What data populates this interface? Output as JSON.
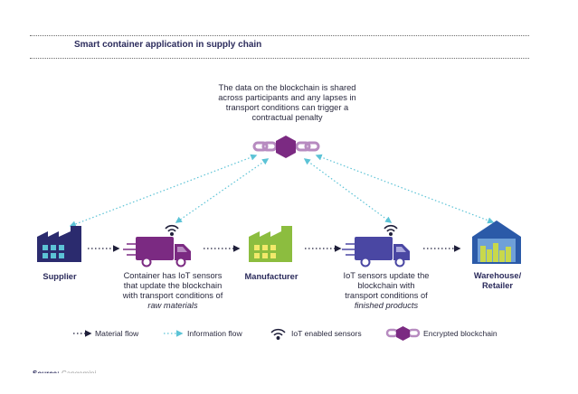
{
  "header": {
    "title": "Smart container application in supply chain"
  },
  "blockchain_note": {
    "lines": [
      "The data on the blockchain is shared",
      "across participants and any lapses in",
      "transport conditions can trigger a",
      "contractual penalty"
    ]
  },
  "nodes": {
    "supplier": {
      "label": "Supplier"
    },
    "manufacturer": {
      "label": "Manufacturer"
    },
    "warehouse": {
      "label_line1": "Warehouse/",
      "label_line2": "Retailer"
    }
  },
  "trucks": {
    "first": {
      "lines": [
        "Container has IoT sensors",
        "that update the blockchain",
        "with transport conditions of"
      ],
      "emphasis": "raw materials"
    },
    "second": {
      "lines": [
        "IoT sensors update the",
        "blockchain with",
        "transport conditions of"
      ],
      "emphasis": "finished products"
    }
  },
  "legend": {
    "material_flow": "Material flow",
    "information_flow": "Information flow",
    "iot_sensors": "IoT enabled sensors",
    "encrypted_blockchain": "Encrypted blockchain"
  },
  "source": {
    "label": "Source:",
    "value": "Capgemini"
  },
  "colors": {
    "navy": "#2b2b6e",
    "purple": "#7b2a82",
    "lilac": "#b78bc0",
    "cyan": "#5cc3d6",
    "green": "#8cbd3f",
    "blue_truck": "#4a47a3"
  }
}
